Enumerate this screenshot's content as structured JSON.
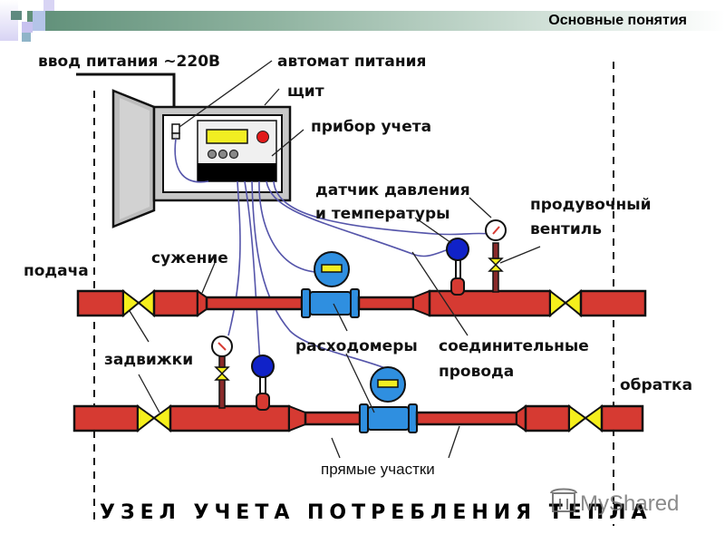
{
  "slide": {
    "title": "Основные понятия"
  },
  "diagram": {
    "title": "УЗЕЛ УЧЕТА ПОТРЕБЛЕНИЯ ТЕПЛА",
    "labels": {
      "power_input": "ввод питания ~220В",
      "breaker": "автомат питания",
      "panel": "щит",
      "meter": "прибор учета",
      "sensor_line1": "датчик давления",
      "sensor_line2": "и температуры",
      "purge_valve_line1": "продувочный",
      "purge_valve_line2": "вентиль",
      "supply": "подача",
      "narrowing": "сужение",
      "gate_valves": "задвижки",
      "flowmeters": "расходомеры",
      "wires_line1": "соединительные",
      "wires_line2": "провода",
      "return": "обратка",
      "straight_sections": "прямые участки"
    },
    "colors": {
      "pipe": "#d63a32",
      "valve": "#f5ef1c",
      "flowmeter": "#2f8fe0",
      "sensor": "#1022c8",
      "wire": "#5555aa",
      "display": "#f2ee22",
      "indicator": "#e21a1a"
    }
  },
  "watermark": {
    "text": "MyShared",
    "icon": "myshared-logo-icon"
  }
}
